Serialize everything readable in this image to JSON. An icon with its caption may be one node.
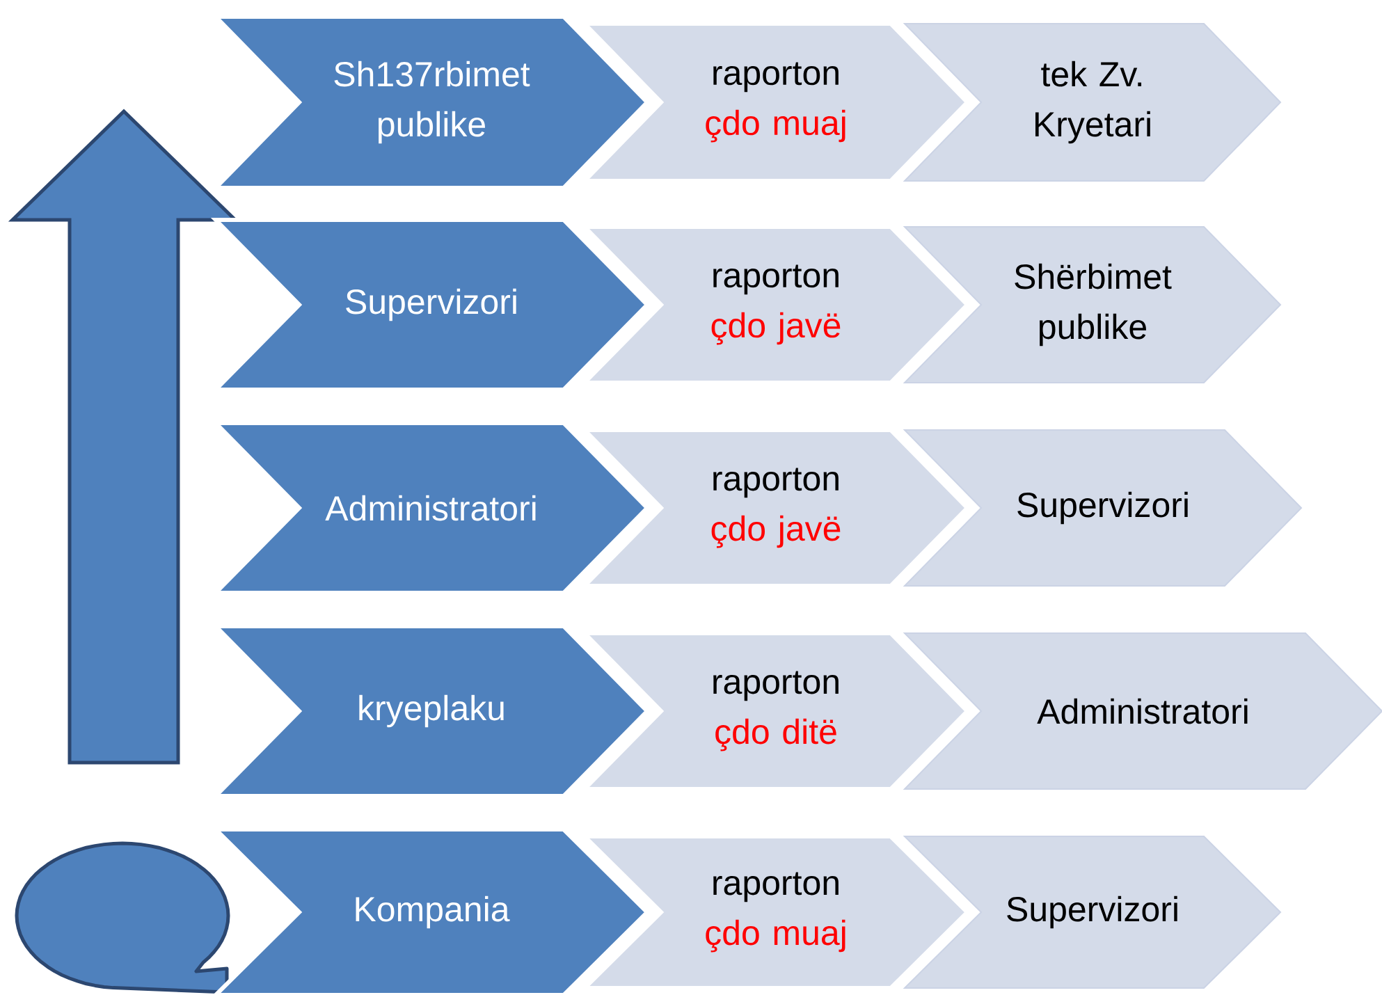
{
  "diagram": {
    "nodes": [
      {
        "text": [
          "Sh137rbimet publike"
        ]
      },
      {
        "text": [
          "raporton",
          "çdo  muaj"
        ]
      },
      {
        "text": [
          "tek Zv. Kryetari"
        ]
      },
      {
        "text": [
          "Supervizori"
        ]
      },
      {
        "text": [
          "raporton",
          "çdo javë"
        ]
      },
      {
        "text": [
          "Shërbimet publike"
        ]
      },
      {
        "text": [
          "Administratori"
        ]
      },
      {
        "text": [
          "raporton",
          "çdo javë"
        ]
      },
      {
        "text": [
          "Supervizori"
        ]
      },
      {
        "text": [
          "kryeplaku"
        ]
      },
      {
        "text": [
          "raporton",
          "çdo ditë"
        ]
      },
      {
        "text": [
          "Administratori"
        ]
      },
      {
        "text": [
          "Kompania"
        ]
      },
      {
        "text": [
          "raporton",
          "çdo muaj"
        ]
      },
      {
        "text": [
          "Supervizori"
        ]
      },
      {
        "text": [],
        "shape": "bubble"
      }
    ]
  }
}
